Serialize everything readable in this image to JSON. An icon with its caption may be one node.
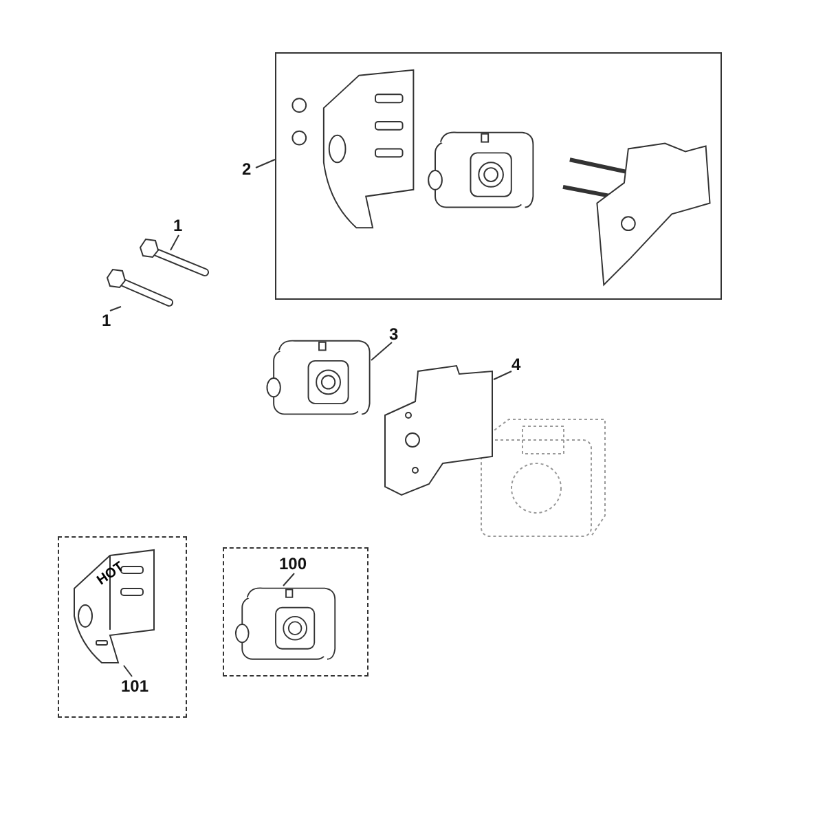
{
  "diagram": {
    "nodes": [
      {
        "text": [
          "1"
        ]
      },
      {
        "text": [],
        "shape": "picture"
      },
      {
        "text": [
          "1"
        ]
      },
      {
        "text": [],
        "shape": "picture"
      },
      {
        "text": [
          "2"
        ]
      },
      {
        "text": [],
        "shape": "box"
      },
      {
        "text": [
          "3"
        ]
      },
      {
        "text": [],
        "shape": "picture"
      },
      {
        "text": [
          "4"
        ]
      },
      {
        "text": [],
        "shape": "picture"
      },
      {
        "text": [
          "100"
        ]
      },
      {
        "text": [],
        "shape": "picture"
      },
      {
        "text": [
          "101"
        ]
      },
      {
        "text": [],
        "shape": "picture"
      }
    ],
    "edges": [
      {
        "from": 0,
        "to": 1,
        "arrow": "none"
      },
      {
        "from": 2,
        "to": 3,
        "arrow": "none"
      },
      {
        "from": 4,
        "to": 5,
        "arrow": "none"
      },
      {
        "from": 6,
        "to": 7,
        "arrow": "none"
      },
      {
        "from": 8,
        "to": 9,
        "arrow": "none"
      },
      {
        "from": 10,
        "to": 11,
        "arrow": "none"
      },
      {
        "from": 12,
        "to": 13,
        "arrow": "none"
      }
    ],
    "labels": [
      "HOT"
    ]
  }
}
